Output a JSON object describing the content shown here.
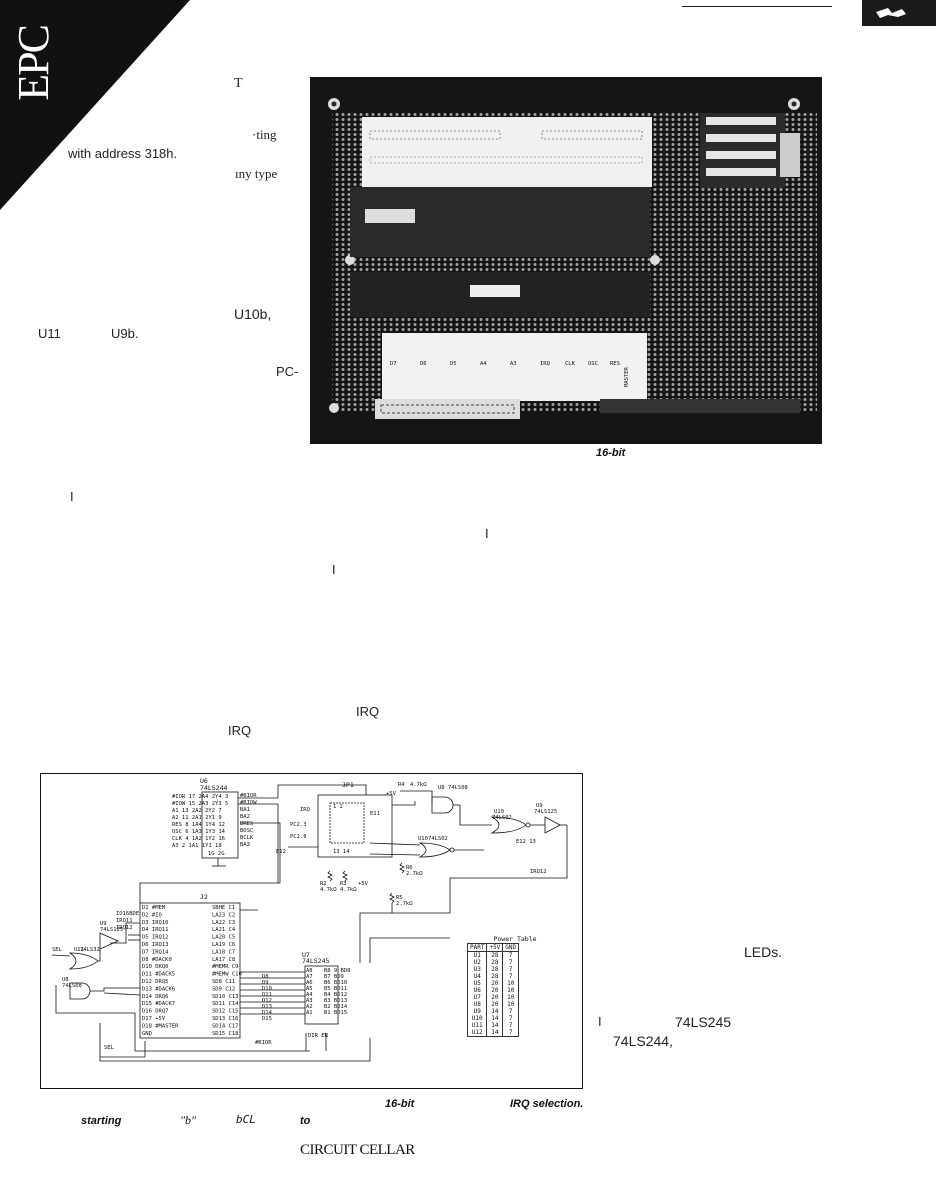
{
  "corner_tab": {
    "label": "EPC"
  },
  "top_right_logo": "",
  "left_column_fragments": [
    {
      "id": "f1",
      "text": "T"
    },
    {
      "id": "f2",
      "text": "·ting"
    },
    {
      "id": "f3",
      "text": "with address 318h."
    },
    {
      "id": "f4",
      "text": "ıny type"
    },
    {
      "id": "f5",
      "text": "U10b,"
    },
    {
      "id": "f6",
      "text": "U11"
    },
    {
      "id": "f7",
      "text": "U9b."
    },
    {
      "id": "f8",
      "text": "PC-"
    }
  ],
  "photo": {
    "caption_fragment": "16-bit",
    "board_label": "MASTER",
    "silk_labels": [
      "D7",
      "D6",
      "D5",
      "A4",
      "A3",
      "IRQ",
      "CLK",
      "OSC",
      "RES"
    ]
  },
  "body_fragments": [
    {
      "id": "b1",
      "text": "I"
    },
    {
      "id": "b2",
      "text": "I"
    },
    {
      "id": "b3",
      "text": "I"
    },
    {
      "id": "b4",
      "text": "IRQ"
    },
    {
      "id": "b5",
      "text": "IRQ"
    }
  ],
  "right_column_fragments": [
    {
      "id": "r1",
      "text": "LEDs."
    },
    {
      "id": "r2",
      "text": "I"
    },
    {
      "id": "r3",
      "text": "74LS245"
    },
    {
      "id": "r4",
      "text": "74LS244,"
    }
  ],
  "schematic": {
    "u6": {
      "name": "U6",
      "part": "74LS244",
      "left_pins": [
        "#IOR 17 2A4 2Y4 3",
        "#IOW 15 2A3 2Y3 5",
        "A1 13 2A2 2Y2 7",
        "A2 11 2A1 2Y1 9",
        "RES 8 1A4 1Y4 12",
        "OSC 6 1A3 1Y3 14",
        "CLK 4 1A2 1Y2 16",
        "A3 2 1A1 1Y1 18"
      ],
      "right_labels": [
        "#BIOR",
        "#BIOW",
        "BA1",
        "BA2",
        "BRES",
        "BOSC",
        "BCLK",
        "BA3"
      ],
      "bottom": "1G 2G"
    },
    "jp1": {
      "name": "JP1",
      "labels": [
        "IRQ",
        "PC2.3",
        "PC2.8",
        "E11",
        "E12"
      ],
      "pins": [
        "1 2",
        "13 14"
      ]
    },
    "resistors": [
      {
        "name": "R4",
        "value": "4.7kΩ",
        "rail": "+5V"
      },
      {
        "name": "R2",
        "value": "4.7kΩ"
      },
      {
        "name": "R3",
        "value": "4.7kΩ",
        "rail": "+5V"
      },
      {
        "name": "R6",
        "value": "2.7kΩ"
      },
      {
        "name": "R5",
        "value": "2.7kΩ"
      }
    ],
    "u8": {
      "name": "U8",
      "part": "74LS08"
    },
    "u10a": {
      "name": "U10",
      "part": "74LS02"
    },
    "u9a": {
      "name": "U9",
      "part": "74LS125"
    },
    "u10b": {
      "name": "U10",
      "part": "74LS02"
    },
    "e12_label": "E12 13",
    "irq12": "IRQ12",
    "u9b": {
      "name": "U9",
      "part": "74LS125"
    },
    "u11": {
      "name": "U11",
      "part": "74LS32"
    },
    "u8b": {
      "name": "U8",
      "part": "74LS08"
    },
    "sel": "SEL",
    "j2": {
      "name": "J2",
      "left": [
        "D1 #MEM",
        "D2 #IO",
        "D3 IRQ10",
        "D4 IRQ11",
        "D5 IRQ12",
        "D6 IRQ13",
        "D7 IRQ14",
        "D8 #DACK0",
        "D10 DRQ0",
        "D11 #DACK5",
        "D12 DRQ5",
        "D13 #DACK6",
        "D14 DRQ6",
        "D15 #DACK7",
        "D16 DRQ7",
        "D17 +5V",
        "D18 #MASTER",
        "GND"
      ],
      "right": [
        "SBHE C1",
        "LA23 C2",
        "LA22 C3",
        "LA21 C4",
        "LA20 C5",
        "LA19 C6",
        "LA18 C7",
        "LA17 C8",
        "#MEMR C9",
        "#MEMW C10",
        "SD8 C11",
        "SD9 C12",
        "SD10 C13",
        "SD11 C14",
        "SD12 C15",
        "SD13 C16",
        "SD14 C17",
        "SD15 C18"
      ],
      "left_io": [
        "IO16BDE",
        "IRQ11",
        "IRQ12"
      ],
      "data": [
        "D8",
        "D9",
        "D10",
        "D11",
        "D12",
        "D13",
        "D14",
        "D15"
      ]
    },
    "u7": {
      "name": "U7",
      "part": "74LS245",
      "left": [
        "A8",
        "A7",
        "A6",
        "A5",
        "A4",
        "A3",
        "A2",
        "A1"
      ],
      "right": [
        "B8 9 BD8",
        "B7 BD9",
        "B6 BD10",
        "B5 BD11",
        "B4 BD12",
        "B3 BD13",
        "B2 BD14",
        "B1 BD15"
      ],
      "ctrl": "DIR EN",
      "bior": "#BIOR"
    },
    "power_table": {
      "title": "Power Table",
      "headers": [
        "PART",
        "+5V",
        "GND"
      ],
      "rows": [
        [
          "U1",
          "28",
          "7"
        ],
        [
          "U2",
          "28",
          "7"
        ],
        [
          "U3",
          "28",
          "7"
        ],
        [
          "U4",
          "28",
          "7"
        ],
        [
          "U5",
          "20",
          "10"
        ],
        [
          "U6",
          "20",
          "10"
        ],
        [
          "U7",
          "20",
          "10"
        ],
        [
          "U8",
          "20",
          "10"
        ],
        [
          "U9",
          "14",
          "7"
        ],
        [
          "U10",
          "14",
          "7"
        ],
        [
          "U11",
          "14",
          "7"
        ],
        [
          "U12",
          "14",
          "7"
        ]
      ]
    }
  },
  "figure_caption": {
    "a": "16-bit",
    "b": "IRQ selection.",
    "c": "starting",
    "d": "\"b\"",
    "e": "bCL",
    "f": "to"
  },
  "footer": {
    "magazine": "CIRCUIT CELLAR"
  }
}
